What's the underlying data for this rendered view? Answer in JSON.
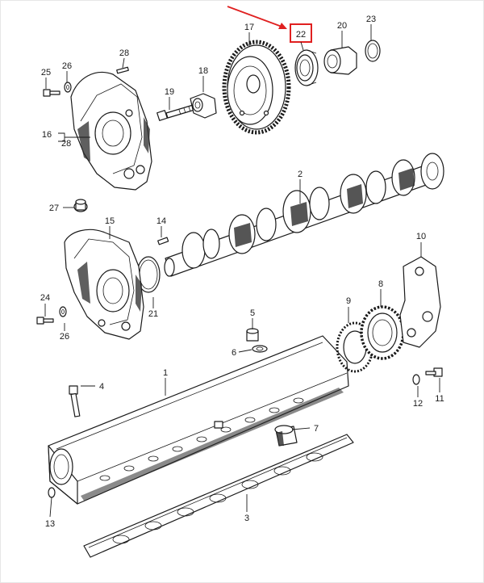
{
  "diagram": {
    "highlight": {
      "label": "22",
      "color": "#e02020"
    },
    "labels": {
      "l1": "1",
      "l2": "2",
      "l3": "3",
      "l4": "4",
      "l5": "5",
      "l6": "6",
      "l7": "7",
      "l8": "8",
      "l9": "9",
      "l10": "10",
      "l11": "11",
      "l12": "12",
      "l13": "13",
      "l14": "14",
      "l15": "15",
      "l16": "16",
      "l17": "17",
      "l18": "18",
      "l19": "19",
      "l20": "20",
      "l21": "21",
      "l23": "23",
      "l24": "24",
      "l25": "25",
      "l26a": "26",
      "l26b": "26",
      "l27": "27",
      "l28a": "28",
      "l28b": "28"
    }
  }
}
